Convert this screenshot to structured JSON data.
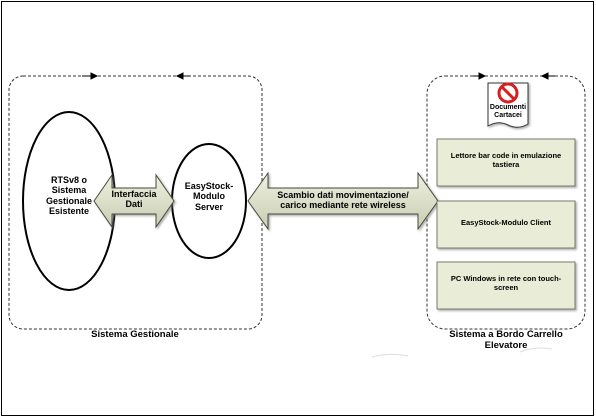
{
  "left_group": {
    "caption": "Sistema Gestionale",
    "rts_node": "RTSv8 o\nSistema\nGestionale\nEsistente",
    "interface_arrow": "Interfaccia\nDati",
    "server_node": "EasyStock-\nModulo\nServer"
  },
  "link_arrow": "Scambio dati movimentazione/\ncarico mediante rete wireless",
  "right_group": {
    "caption": "Sistema a Bordo Carrello\nElevatore",
    "document_label": "Documenti\nCartacei",
    "boxes": [
      "Lettore bar code in emulazione\ntastiera",
      "EasyStock-Modulo Client",
      "PC Windows in rete con touch-\nscreen"
    ]
  },
  "colors": {
    "box_fill": "#e9ecd6",
    "box_border": "#7a7a6a",
    "arrow_fill": "#d8dcc4",
    "no_sign": "#d81e1e"
  }
}
